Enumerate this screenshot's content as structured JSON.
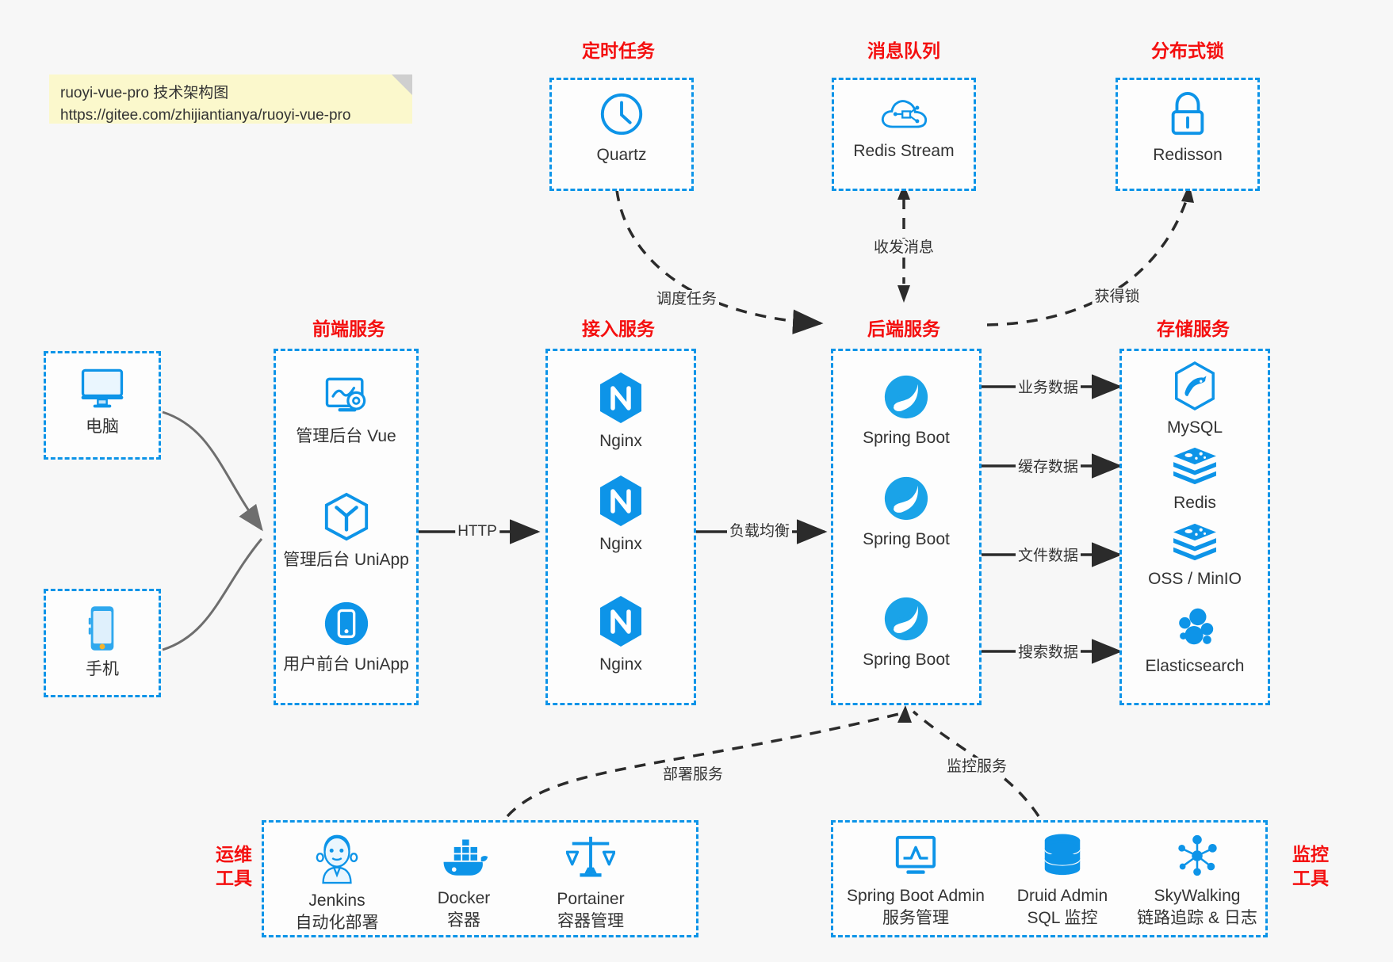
{
  "note": {
    "line1": "ruoyi-vue-pro 技术架构图",
    "line2": "https://gitee.com/zhijiantianya/ruoyi-vue-pro"
  },
  "colors": {
    "accent_blue": "#0d94e8",
    "title_red": "#f40f0f",
    "text_dark": "#333333",
    "note_yellow": "#fbf8cc",
    "background": "#f7f7f7"
  },
  "groups": {
    "scheduler": {
      "title": "定时任务",
      "items": [
        {
          "label": "Quartz",
          "icon": "clock-icon"
        }
      ]
    },
    "mq": {
      "title": "消息队列",
      "items": [
        {
          "label": "Redis Stream",
          "icon": "cloud-stream-icon"
        }
      ]
    },
    "lock": {
      "title": "分布式锁",
      "items": [
        {
          "label": "Redisson",
          "icon": "padlock-icon"
        }
      ]
    },
    "clients": {
      "items": [
        {
          "label": "电脑",
          "icon": "desktop-monitor-icon"
        },
        {
          "label": "手机",
          "icon": "mobile-phone-icon"
        }
      ]
    },
    "frontend": {
      "title": "前端服务",
      "items": [
        {
          "label": "管理后台 Vue",
          "icon": "dashboard-gear-icon"
        },
        {
          "label": "管理后台 UniApp",
          "icon": "uniapp-hexagon-icon"
        },
        {
          "label": "用户前台 UniApp",
          "icon": "mobile-circle-icon"
        }
      ]
    },
    "gateway": {
      "title": "接入服务",
      "items": [
        {
          "label": "Nginx",
          "icon": "nginx-icon"
        },
        {
          "label": "Nginx",
          "icon": "nginx-icon"
        },
        {
          "label": "Nginx",
          "icon": "nginx-icon"
        }
      ]
    },
    "backend": {
      "title": "后端服务",
      "items": [
        {
          "label": "Spring Boot",
          "icon": "spring-boot-icon"
        },
        {
          "label": "Spring Boot",
          "icon": "spring-boot-icon"
        },
        {
          "label": "Spring Boot",
          "icon": "spring-boot-icon"
        }
      ]
    },
    "storage": {
      "title": "存储服务",
      "items": [
        {
          "label": "MySQL",
          "icon": "mysql-icon"
        },
        {
          "label": "Redis",
          "icon": "redis-stack-icon"
        },
        {
          "label": "OSS / MinIO",
          "icon": "oss-stack-icon"
        },
        {
          "label": "Elasticsearch",
          "icon": "elasticsearch-icon"
        }
      ]
    },
    "devops": {
      "title_line1": "运维",
      "title_line2": "工具",
      "items": [
        {
          "label": "Jenkins",
          "sub": "自动化部署",
          "icon": "jenkins-icon"
        },
        {
          "label": "Docker",
          "sub": "容器",
          "icon": "docker-whale-icon"
        },
        {
          "label": "Portainer",
          "sub": "容器管理",
          "icon": "portainer-scales-icon"
        }
      ]
    },
    "monitoring": {
      "title_line1": "监控",
      "title_line2": "工具",
      "items": [
        {
          "label": "Spring Boot Admin",
          "sub": "服务管理",
          "icon": "monitor-chart-icon"
        },
        {
          "label": "Druid Admin",
          "sub": "SQL 监控",
          "icon": "database-cylinder-icon"
        },
        {
          "label": "SkyWalking",
          "sub": "链路追踪 & 日志",
          "icon": "skywalking-node-icon"
        }
      ]
    }
  },
  "edges": {
    "http": "HTTP",
    "load_balance": "负载均衡",
    "schedule_task": "调度任务",
    "send_receive_message": "收发消息",
    "acquire_lock": "获得锁",
    "business_data": "业务数据",
    "cache_data": "缓存数据",
    "file_data": "文件数据",
    "search_data": "搜索数据",
    "deploy_service": "部署服务",
    "monitor_service": "监控服务"
  }
}
